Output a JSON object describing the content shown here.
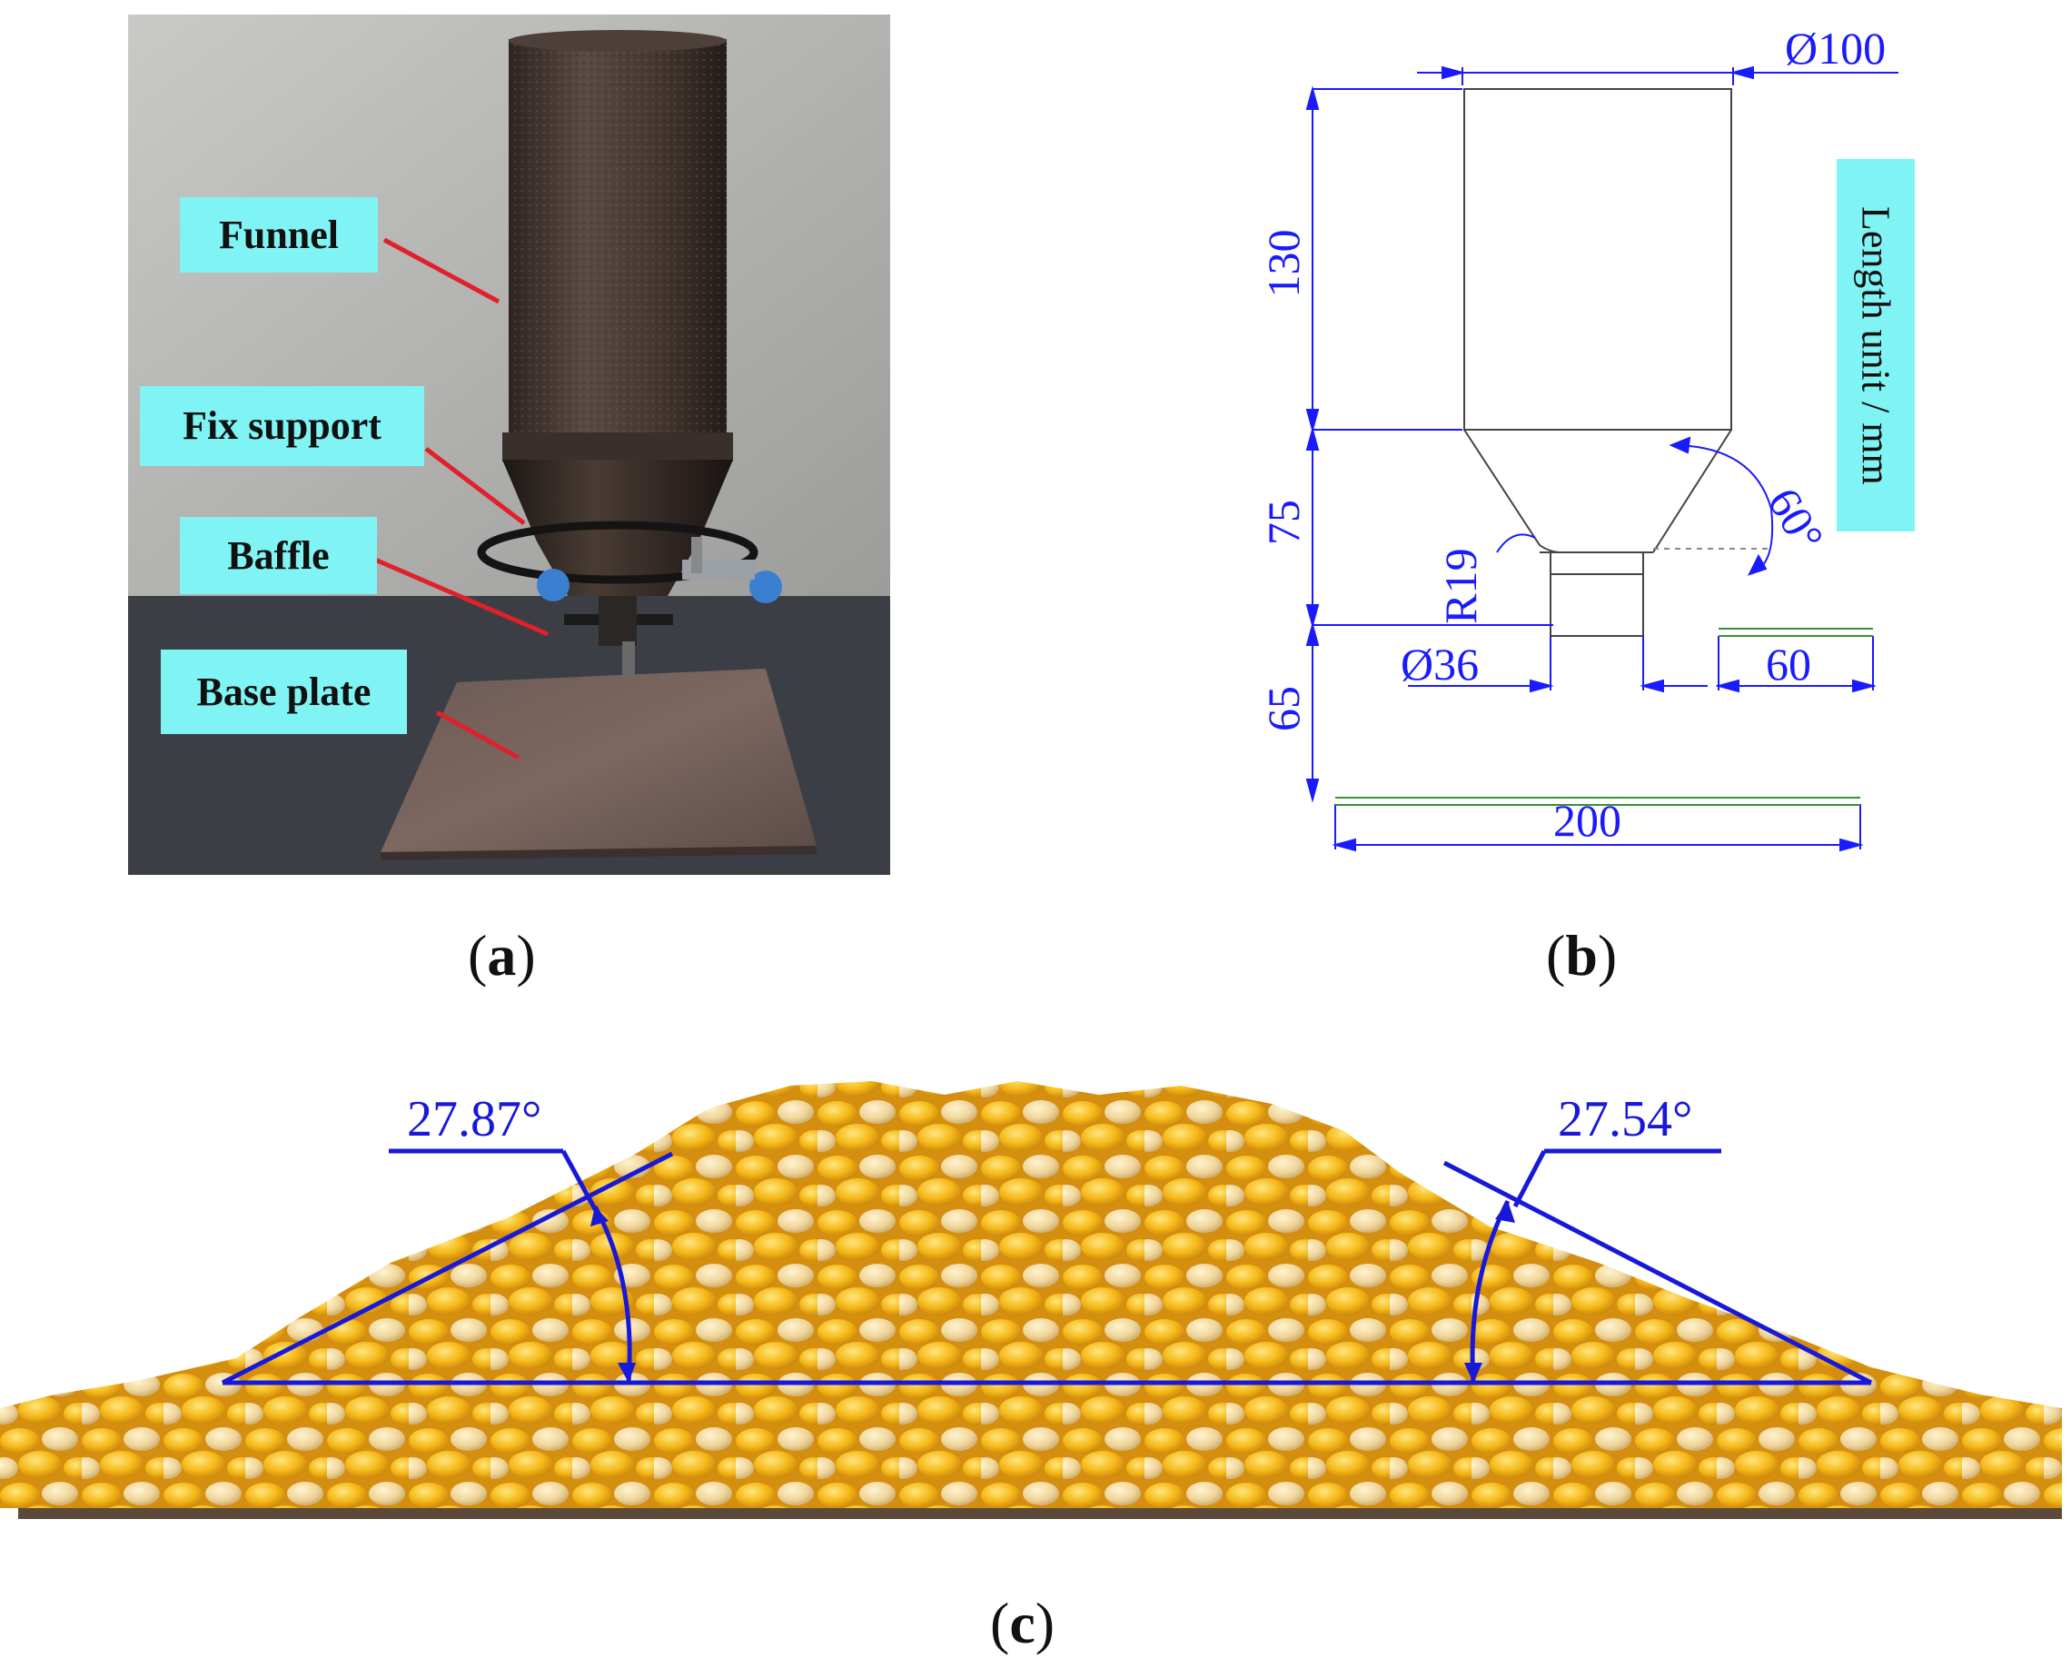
{
  "panel_a": {
    "labels": {
      "funnel": "Funnel",
      "fix_support": "Fix support",
      "baffle": "Baffle",
      "base_plate": "Base plate"
    },
    "caption": "a"
  },
  "panel_b": {
    "dimensions": {
      "top_diameter": "Ø100",
      "upper_height": "130",
      "cone_height": "75",
      "outlet_height": "65",
      "fillet_radius": "R19",
      "outlet_diameter": "Ø36",
      "gap_width": "60",
      "base_width": "200",
      "cone_angle": "60°"
    },
    "unit_label": "Length unit / mm",
    "caption": "b"
  },
  "panel_c": {
    "left_angle": "27.87°",
    "right_angle": "27.54°",
    "caption": "c"
  },
  "colors": {
    "callout_bg": "#80f4f4",
    "dimension_blue": "#1a1aff",
    "leader_red": "#e0202a",
    "angle_blue": "#1818d8"
  }
}
